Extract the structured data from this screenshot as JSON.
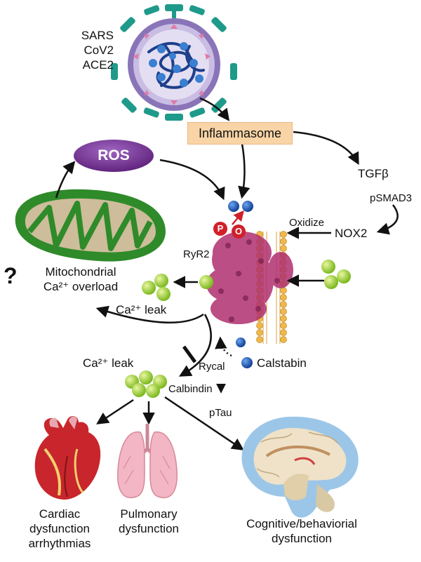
{
  "virus_lines": [
    "SARS",
    "CoV2",
    "ACE2"
  ],
  "inflammasome": "Inflammasome",
  "ros": "ROS",
  "tgf": "TGFβ",
  "psmad": "pSMAD3",
  "nox": "NOX2",
  "oxidize": "Oxidize",
  "ryr": "RyR2",
  "p_label": "P",
  "o_label": "O",
  "mito_lines": [
    "Mitochondrial",
    "Ca²⁺ overload"
  ],
  "question": "?",
  "leak_right": "Ca²⁺ leak",
  "leak_lower": "Ca²⁺ leak",
  "rycal": "Rycal",
  "calstabin": "Calstabin",
  "calbindin": "Calbindin",
  "ptau": "pTau",
  "cardiac_lines": [
    "Cardiac",
    "dysfunction",
    "arrhythmias"
  ],
  "pulmonary_lines": [
    "Pulmonary",
    "dysfunction"
  ],
  "cognitive_lines": [
    "Cognitive/behaviorial",
    "dysfunction"
  ],
  "colors": {
    "virus_body": "#b9a9d6",
    "virus_ring": "#8a74b8",
    "virus_spike": "#1f9a8a",
    "inflammasome_box": "#f9d4a6",
    "ros_ellipse": "#7a2e96",
    "mito_outer": "#2f8a2a",
    "mito_inner": "#cdbd9a",
    "calcium": "#9ccc2e",
    "blue_ion": "#1f5fbf",
    "receptor": "#b0306f",
    "membrane": "#f0b84a",
    "phospho": "#d0202a"
  }
}
